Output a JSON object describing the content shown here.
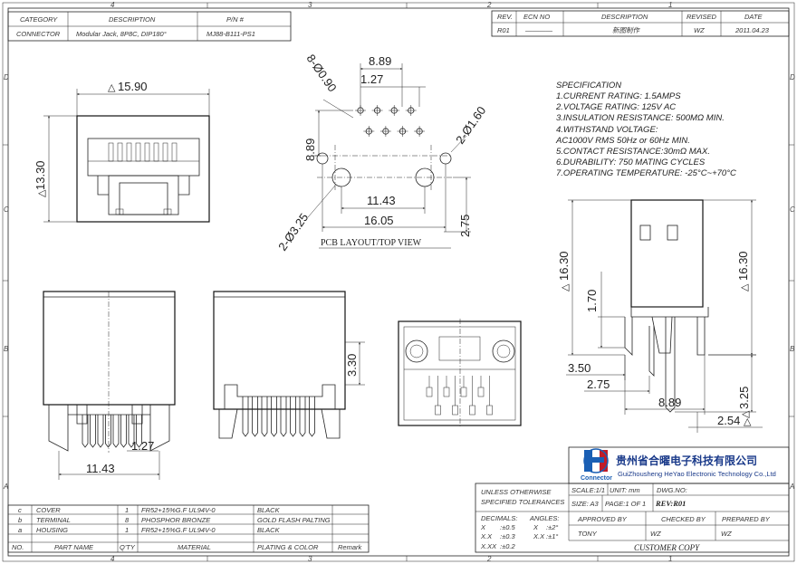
{
  "zones": {
    "top": [
      "4",
      "3",
      "2",
      "1"
    ],
    "left": [
      "D",
      "C",
      "B",
      "A"
    ]
  },
  "title_block_top": {
    "headers": [
      "CATEGORY",
      "DESCRIPTION",
      "P/N #"
    ],
    "values": [
      "CONNECTOR",
      "Modular Jack, 8P8C, DIP180°",
      "MJ88-B111-PS1"
    ]
  },
  "revision": {
    "headers": [
      "REV.",
      "ECN NO",
      "DESCRIPTION",
      "REVISED",
      "DATE"
    ],
    "row": [
      "R01",
      "————",
      "新图制作",
      "WZ",
      "2011.04.23"
    ]
  },
  "dims": {
    "front_width": "15.90",
    "front_height": "13.30",
    "holes_small": "8-Ø0.90",
    "pitch_889": "8.89",
    "pitch_127": "1.27",
    "holes_large": "2-Ø1.60",
    "vert_889": "8.89",
    "span_1143": "11.43",
    "span_1605": "16.05",
    "holes_mount": "2-Ø3.25",
    "offset_275": "2.75",
    "side_height": "16.30",
    "side_170": "1.70",
    "side_350": "3.50",
    "side_275": "2.75",
    "side_889": "8.89",
    "side_325": "3.25",
    "side_254": "2.54",
    "side2_330": "3.30",
    "bottom_127": "1.27",
    "bottom_1143": "11.43"
  },
  "pcb_label": "PCB LAYOUT/TOP VIEW",
  "specification": {
    "title": "SPECIFICATION",
    "lines": [
      "1.CURRENT RATING: 1.5AMPS",
      "2.VOLTAGE RATING: 125V AC",
      "3.INSULATION RESISTANCE: 500MΩ MIN.",
      "4.WITHSTAND VOLTAGE:",
      "AC1000V RMS 50Hz or 60Hz MIN.",
      "5.CONTACT RESISTANCE:30mΩ MAX.",
      "6.DURABILITY: 750 MATING CYCLES",
      "7.OPERATING TEMPERATURE: -25°C~+70°C"
    ]
  },
  "bom": {
    "headers": [
      "NO.",
      "PART NAME",
      "Q'TY",
      "MATERIAL",
      "PLATING & COLOR",
      "Remark"
    ],
    "rows": [
      [
        "c",
        "COVER",
        "1",
        "FR52+15%G.F UL94V-0",
        "BLACK",
        ""
      ],
      [
        "b",
        "TERMINAL",
        "8",
        "PHOSPHOR BRONZE",
        "GOLD FLASH PALTING",
        ""
      ],
      [
        "a",
        "HOUSING",
        "1",
        "FR52+15%G.F UL94V-0",
        "BLACK",
        ""
      ]
    ]
  },
  "company": {
    "name_cn": "贵州省合曜电子科技有限公司",
    "name_en": "GuiZhousheng HeYao Electronic Technology Co.,Ltd",
    "logo_text": "Connector"
  },
  "tolerances": {
    "heading": [
      "UNLESS OTHERWISE",
      "SPECIFIED TOLERANCES"
    ],
    "decimals_label": "DECIMALS:",
    "angles_label": "ANGLES:",
    "rows": [
      [
        "X",
        ":±0.5",
        "X",
        ":±2°"
      ],
      [
        "X.X",
        ":±0.3",
        "X.X",
        ":±1°"
      ],
      [
        "X.XX",
        ":±0.2",
        "",
        ""
      ]
    ]
  },
  "sheet": {
    "scale": "SCALE:1/1",
    "unit": "UNIT: mm",
    "dwg": "DWG.NO:",
    "size": "SIZE: A3",
    "page": "PAGE:1 OF 1",
    "rev": "REV:R01",
    "approved_label": "APPROVED BY",
    "checked_label": "CHECKED BY",
    "prepared_label": "PREPARED BY",
    "approved": "TONY",
    "checked": "WZ",
    "prepared": "WZ",
    "customer_copy": "CUSTOMER COPY"
  }
}
